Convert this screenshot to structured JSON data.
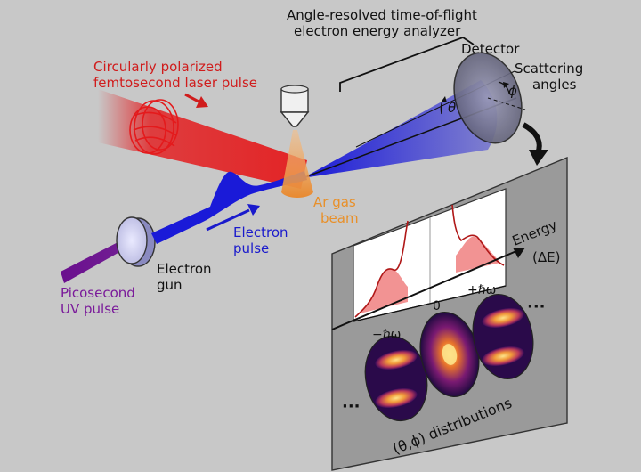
{
  "labels": {
    "analyzer_line1": "Angle-resolved time-of-flight",
    "analyzer_line2": "electron energy analyzer",
    "detector": "Detector",
    "scattering_line1": "Scattering",
    "scattering_line2": "angles",
    "theta": "θ",
    "phi": "ϕ",
    "laser_line1": "Circularly polarized",
    "laser_line2": "femtosecond laser pulse",
    "ar_line1": "Ar gas",
    "ar_line2": "beam",
    "electron_pulse_line1": "Electron",
    "electron_pulse_line2": "pulse",
    "gun_line1": "Electron",
    "gun_line2": "gun",
    "uv_line1": "Picosecond",
    "uv_line2": "UV pulse",
    "energy_line1": "Energy",
    "energy_line2": "(ΔE)",
    "minus_hw": "−ℏω",
    "zero": "0",
    "plus_hw": "+ℏω",
    "dots_left": "···",
    "dots_right": "···",
    "distributions": "(θ,ϕ) distributions"
  },
  "colors": {
    "background": "#c8c8c8",
    "laser": "#e41a1c",
    "electron": "#1a1ad8",
    "uv": "#6a0f8e",
    "ar_gas": "#f0a050",
    "label_ar": "#e8902a",
    "label_laser": "#d01c1c",
    "label_electron": "#1a1acc",
    "label_uv": "#7a1a9a",
    "panel": "#9a9a9a",
    "spectrum_fill": "#f08080",
    "spectrum_line": "#b01818"
  },
  "icons": {
    "nozzle": "nozzle-icon",
    "detector": "detector-disc-icon",
    "gun": "electron-gun-icon",
    "arrow": "curved-arrow-icon"
  }
}
